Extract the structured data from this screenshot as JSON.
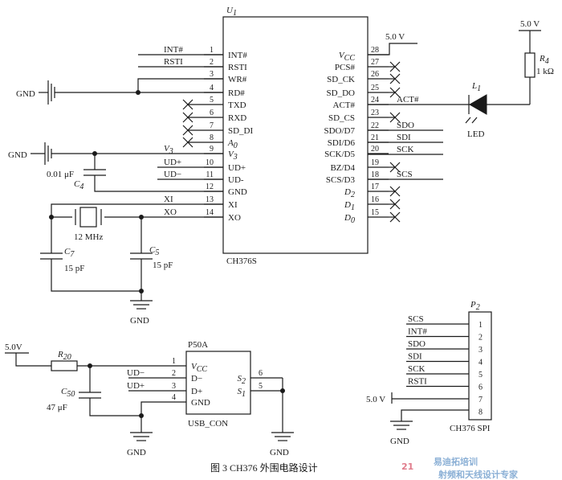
{
  "u1": {
    "ref": "U",
    "ref_sub": "1",
    "name": "CH376S",
    "left_pins": [
      {
        "num": "1",
        "name": "INT#"
      },
      {
        "num": "2",
        "name": "RSTI"
      },
      {
        "num": "3",
        "name": "WR#"
      },
      {
        "num": "4",
        "name": "RD#"
      },
      {
        "num": "5",
        "name": "TXD"
      },
      {
        "num": "6",
        "name": "RXD"
      },
      {
        "num": "7",
        "name": "SD_DI"
      },
      {
        "num": "8",
        "name": "A",
        "sub": "0"
      },
      {
        "num": "9",
        "name": "V",
        "sub": "3"
      },
      {
        "num": "10",
        "name": "UD+"
      },
      {
        "num": "11",
        "name": "UD-"
      },
      {
        "num": "12",
        "name": "GND"
      },
      {
        "num": "13",
        "name": "XI"
      },
      {
        "num": "14",
        "name": "XO"
      }
    ],
    "right_pins": [
      {
        "num": "28",
        "name": "V",
        "sub": "CC"
      },
      {
        "num": "27",
        "name": "PCS#"
      },
      {
        "num": "26",
        "name": "SD_CK"
      },
      {
        "num": "25",
        "name": "SD_DO"
      },
      {
        "num": "24",
        "name": "ACT#"
      },
      {
        "num": "23",
        "name": "SD_CS"
      },
      {
        "num": "22",
        "name": "SDO/D7"
      },
      {
        "num": "21",
        "name": "SDI/D6"
      },
      {
        "num": "20",
        "name": "SCK/D5"
      },
      {
        "num": "19",
        "name": "BZ/D4"
      },
      {
        "num": "18",
        "name": "SCS/D3"
      },
      {
        "num": "17",
        "name": "D",
        "sub": "2"
      },
      {
        "num": "16",
        "name": "D",
        "sub": "1"
      },
      {
        "num": "15",
        "name": "D",
        "sub": "0"
      }
    ]
  },
  "left_nets": {
    "int": "INT#",
    "rsti": "RSTI",
    "gnd": "GND",
    "v3": "V",
    "v3_sub": "3",
    "udp": "UD+",
    "udm": "UD−",
    "xi": "XI",
    "xo": "XO"
  },
  "right_nets": {
    "vcc": "5.0 V",
    "act": "ACT#",
    "sdo": "SDO",
    "sdi": "SDI",
    "sck": "SCK",
    "scs": "SCS"
  },
  "parts": {
    "c4_value": "0.01 μF",
    "c4_ref": "C",
    "c4_sub": "4",
    "xtal": "12 MHz",
    "c7_ref": "C",
    "c7_sub": "7",
    "c7_value": "15 pF",
    "c5_ref": "C",
    "c5_sub": "5",
    "c5_value": "15 pF",
    "r4_ref": "R",
    "r4_sub": "4",
    "r4_value": "1 kΩ",
    "led_ref": "L",
    "led_sub": "1",
    "led_name": "LED",
    "led_supply": "5.0 V",
    "gnd": "GND"
  },
  "usb": {
    "supply": "5.0V",
    "r20_ref": "R",
    "r20_sub": "20",
    "c50_ref": "C",
    "c50_sub": "50",
    "c50_value": "47 μF",
    "name": "P50A",
    "type": "USB_CON",
    "pins": [
      {
        "num": "1",
        "name": "V",
        "sub": "CC"
      },
      {
        "num": "2",
        "name": "D−"
      },
      {
        "num": "3",
        "name": "D+"
      },
      {
        "num": "4",
        "name": "GND"
      },
      {
        "num": "6",
        "name": "S",
        "sub": "2"
      },
      {
        "num": "5",
        "name": "S",
        "sub": "1"
      }
    ],
    "nets": {
      "udm": "UD−",
      "udp": "UD+"
    },
    "gnd": "GND"
  },
  "spi": {
    "ref": "P",
    "ref_sub": "2",
    "name": "CH376 SPI",
    "pins": [
      {
        "num": "1",
        "net": "SCS"
      },
      {
        "num": "2",
        "net": "INT#"
      },
      {
        "num": "3",
        "net": "SDO"
      },
      {
        "num": "4",
        "net": "SDI"
      },
      {
        "num": "5",
        "net": "SCK"
      },
      {
        "num": "6",
        "net": "RSTI"
      },
      {
        "num": "7",
        "net": "5.0 V"
      },
      {
        "num": "8",
        "net": ""
      }
    ],
    "gnd": "GND"
  },
  "caption": "图 3   CH376 外围电路设计",
  "watermark": {
    "text": "21易迪拓培训",
    "sub": "射频和天线设计专家"
  }
}
